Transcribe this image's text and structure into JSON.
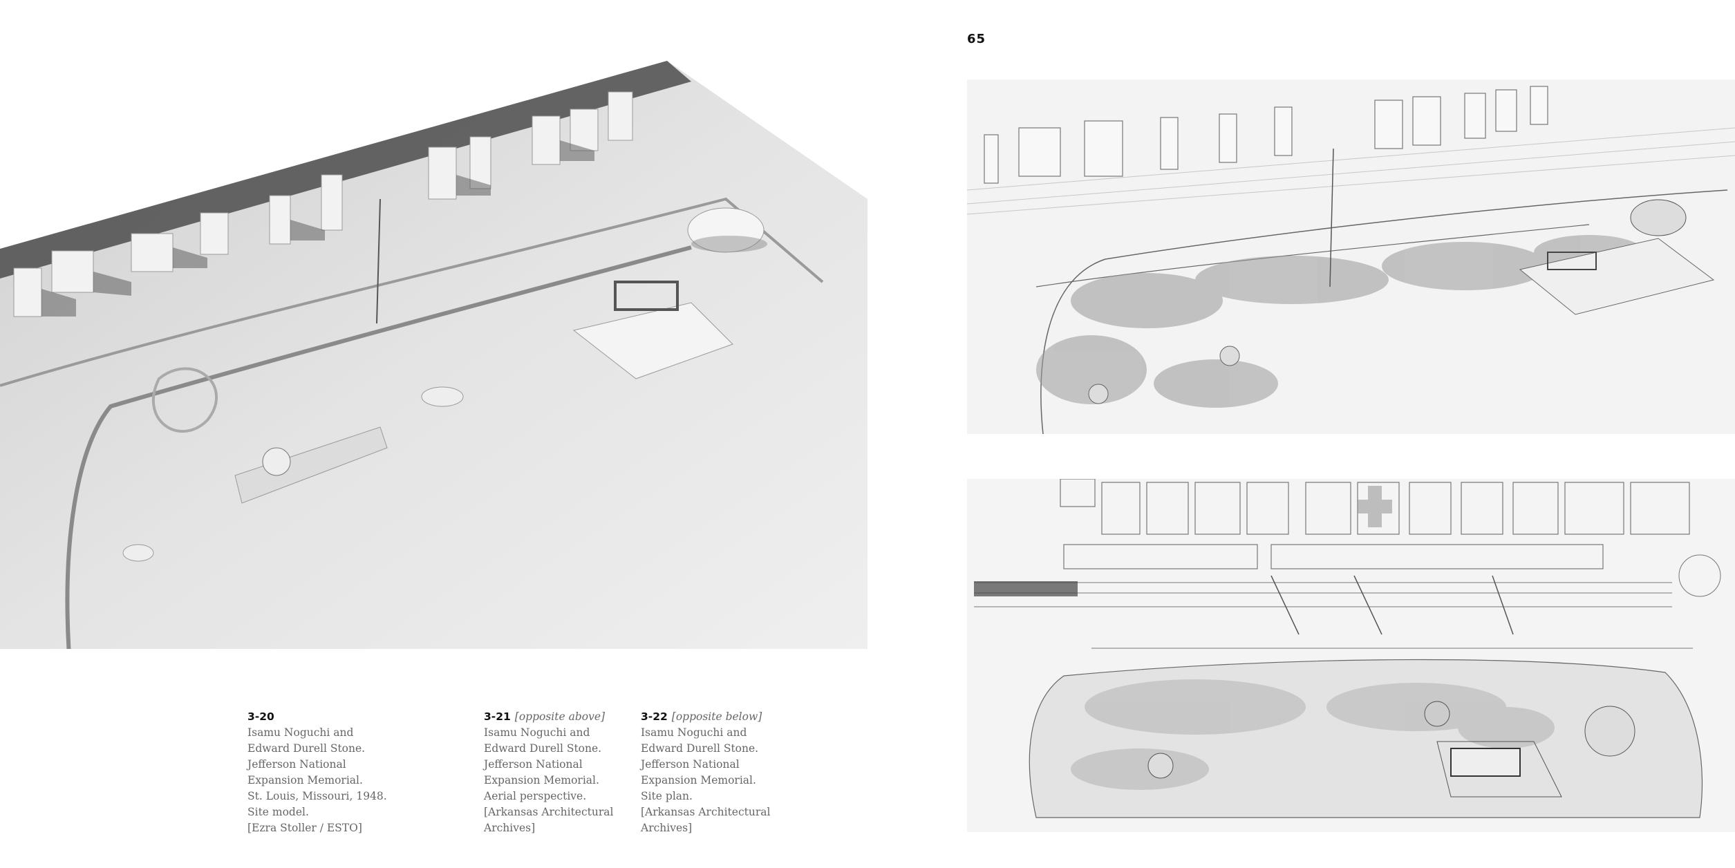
{
  "page": {
    "number": "65"
  },
  "captions": [
    {
      "figure": "3-20",
      "note": "",
      "lines": [
        "Isamu Noguchi and",
        "Edward Durell Stone.",
        "Jefferson National",
        "Expansion Memorial.",
        "St. Louis, Missouri, 1948.",
        "Site model.",
        "[Ezra Stoller / ESTO]"
      ]
    },
    {
      "figure": "3-21",
      "note": "[opposite above]",
      "lines": [
        "Isamu Noguchi and",
        "Edward Durell Stone.",
        "Jefferson National",
        "Expansion Memorial.",
        "Aerial perspective.",
        "[Arkansas Architectural",
        "Archives]"
      ]
    },
    {
      "figure": "3-22",
      "note": "[opposite below]",
      "lines": [
        "Isamu Noguchi and",
        "Edward Durell Stone.",
        "Jefferson National",
        "Expansion Memorial.",
        "Site plan.",
        "[Arkansas Architectural",
        "Archives]"
      ]
    }
  ]
}
